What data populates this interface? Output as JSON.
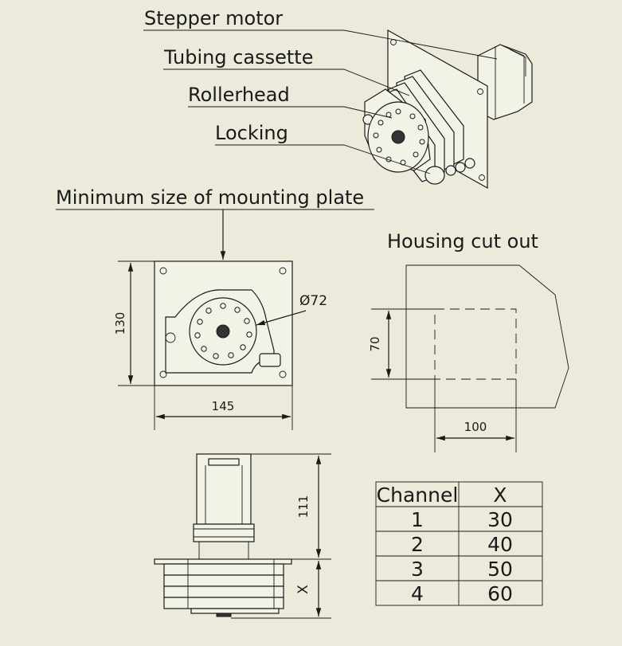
{
  "callouts": {
    "stepper_motor": "Stepper motor",
    "tubing_cassette": "Tubing cassette",
    "rollerhead": "Rollerhead",
    "locking": "Locking"
  },
  "mounting_plate": {
    "title": "Minimum size of mounting plate",
    "height": "130",
    "width": "145",
    "diameter": "Ø72"
  },
  "housing": {
    "title": "Housing cut out",
    "height": "70",
    "width": "100"
  },
  "side_view": {
    "height": "111",
    "x_label": "X"
  },
  "table": {
    "headers": [
      "Channel",
      "X"
    ],
    "rows": [
      [
        "1",
        "30"
      ],
      [
        "2",
        "40"
      ],
      [
        "3",
        "50"
      ],
      [
        "4",
        "60"
      ]
    ]
  }
}
